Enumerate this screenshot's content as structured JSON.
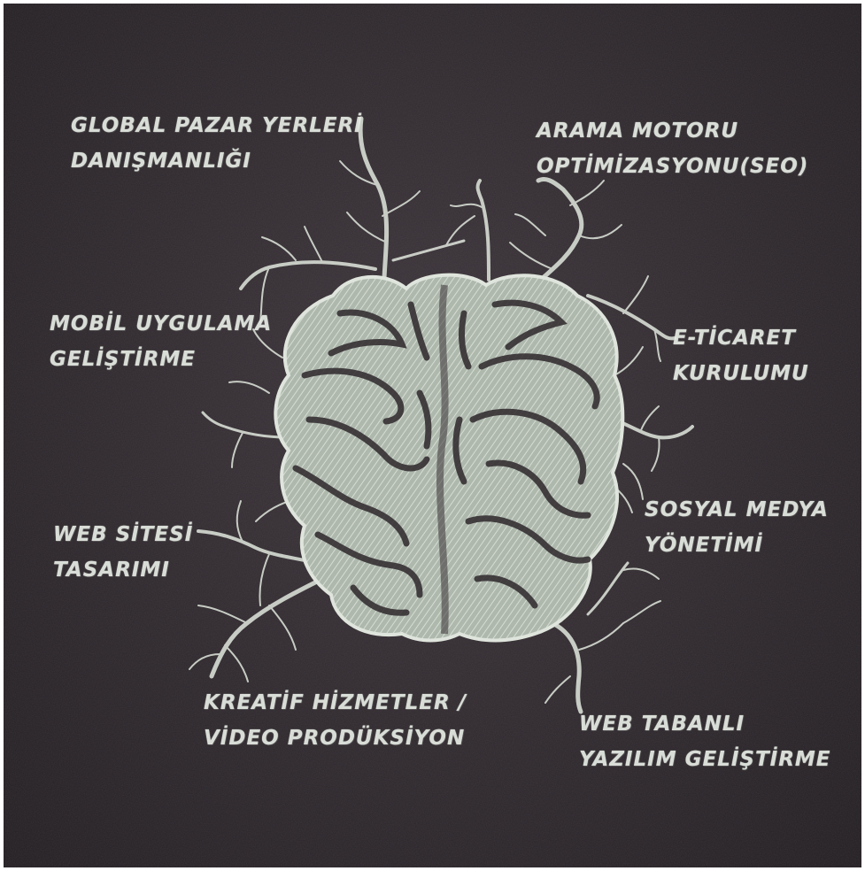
{
  "labels": {
    "global": {
      "line1": "GLOBAL PAZAR YERLERİ",
      "line2": "DANIŞMANLIĞI"
    },
    "seo": {
      "line1": "ARAMA MOTORU",
      "line2": "OPTİMİZASYONU(SEO)"
    },
    "mobil": {
      "line1": "MOBİL UYGULAMA",
      "line2": "GELİŞTİRME"
    },
    "eticaret": {
      "line1": "E-TİCARET",
      "line2": "KURULUMU"
    },
    "sosyal": {
      "line1": "SOSYAL MEDYA",
      "line2": "YÖNETİMİ"
    },
    "web": {
      "line1": "WEB SİTESİ",
      "line2": "TASARIMI"
    },
    "kreatif": {
      "line1": "KREATİF HİZMETLER /",
      "line2": "VİDEO PRODÜKSİYON"
    },
    "webtaban": {
      "line1": "WEB TABANLI",
      "line2": "YAZILIM GELİŞTİRME"
    }
  },
  "colors": {
    "chalkboard": "#2f292e",
    "chalk": "#e6ebe4",
    "brain_fill": "#b9c2b8"
  },
  "icons": {
    "center": "brain-icon",
    "connectors": "branch-lines"
  }
}
